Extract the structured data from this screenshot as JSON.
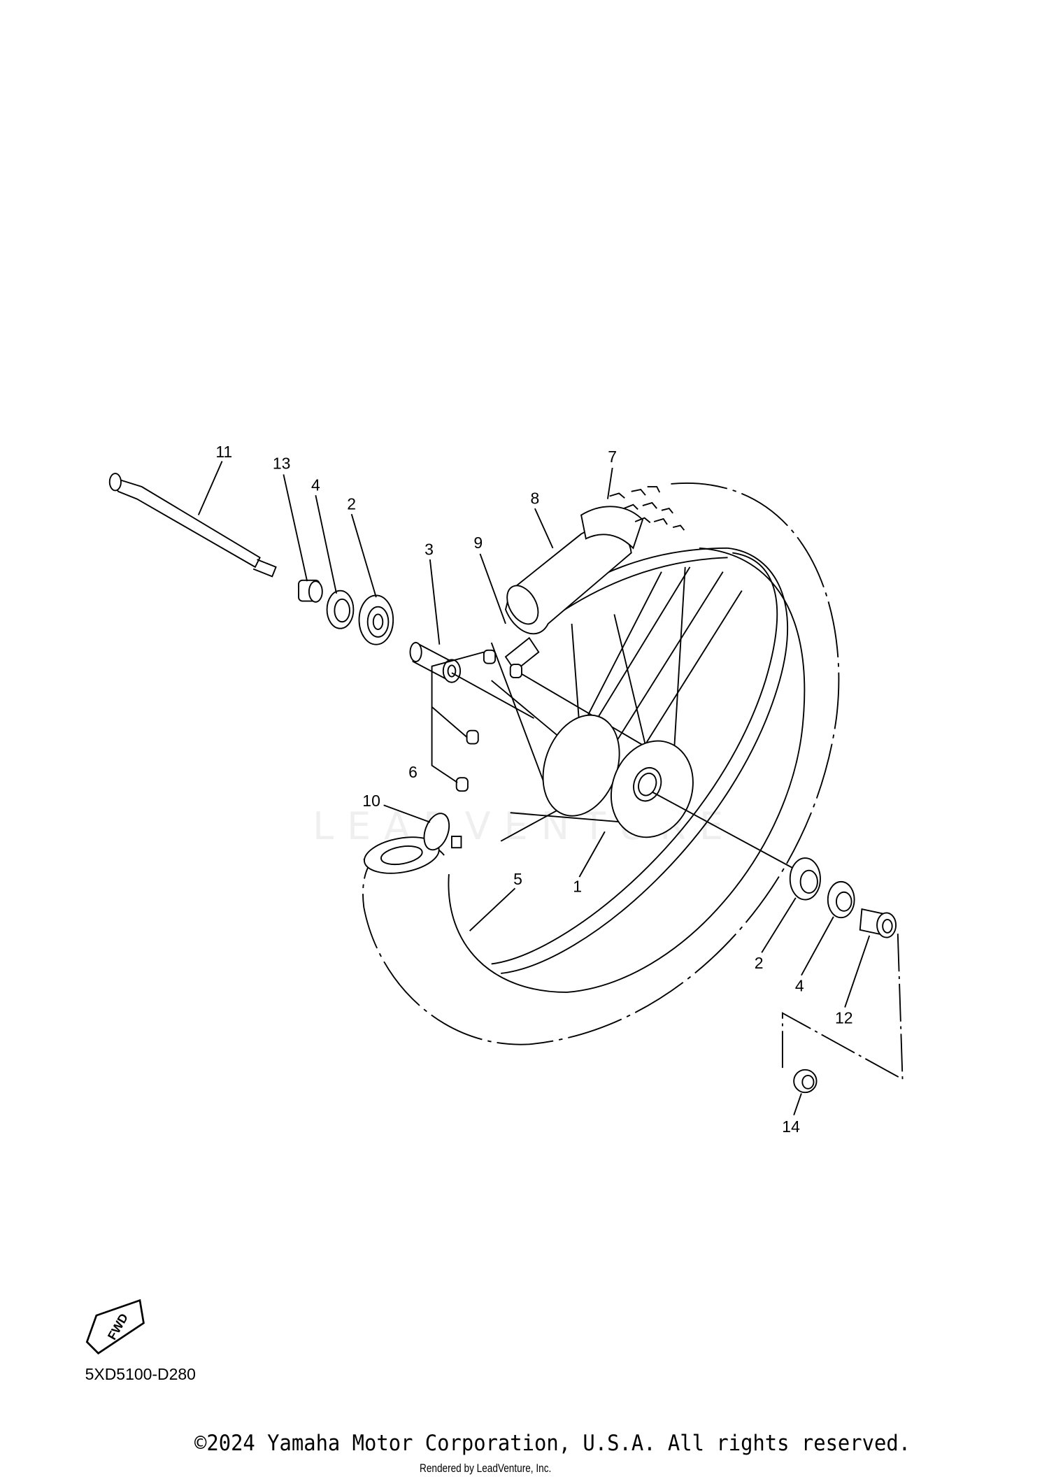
{
  "diagram": {
    "part_labels": [
      "11",
      "13",
      "4",
      "2",
      "3",
      "9",
      "8",
      "7",
      "6",
      "10",
      "5",
      "1",
      "2",
      "4",
      "12",
      "14"
    ],
    "fwd_badge": "FWD",
    "drawing_code": "5XD5100-D280",
    "watermark": "LEADVENTURE"
  },
  "footer": {
    "copyright": "©2024 Yamaha Motor Corporation, U.S.A. All rights reserved.",
    "rendered_by": "Rendered by LeadVenture, Inc."
  }
}
